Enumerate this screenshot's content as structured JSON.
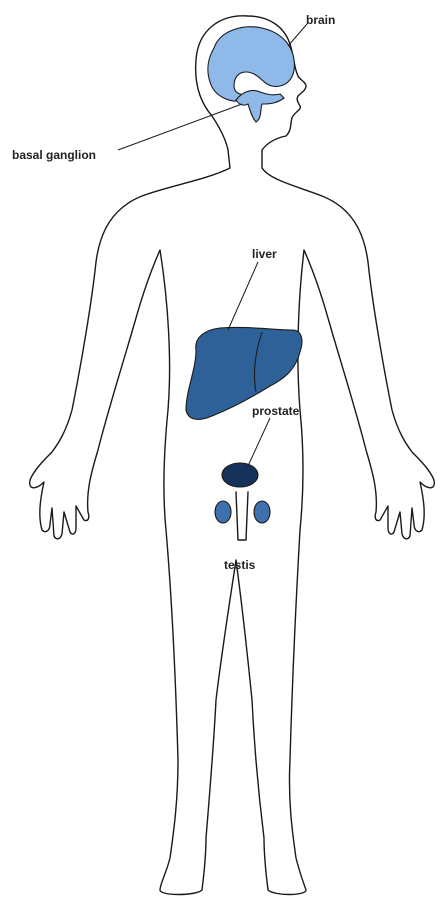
{
  "labels": {
    "brain": "brain",
    "basal_ganglion": "basal ganglion",
    "liver": "liver",
    "prostate": "prostate",
    "testis": "testis"
  },
  "colors": {
    "brain_fill": "#8fb9e8",
    "liver_fill": "#2f6199",
    "prostate_fill": "#16315a",
    "testis_fill": "#3d70ad",
    "outline": "#1a1a1a"
  }
}
